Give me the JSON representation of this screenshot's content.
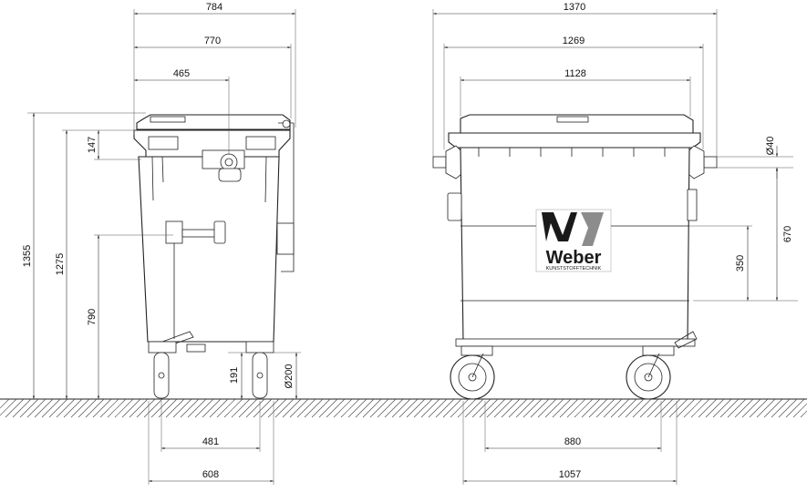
{
  "side_view": {
    "dims": {
      "overall_width": "784",
      "body_width": "770",
      "lid_axis": "465",
      "total_height": "1355",
      "lid_height": "1275",
      "lid_edge": "147",
      "handle_height": "790",
      "wheel_axle": "191",
      "wheel_diameter": "Ø200",
      "wheel_track_inner": "481",
      "wheel_track_outer": "608"
    }
  },
  "front_view": {
    "dims": {
      "overall_width": "1370",
      "body_width": "1269",
      "lid_width": "1128",
      "pin_diameter": "Ø40",
      "pin_to_label_bottom": "670",
      "label_height": "350",
      "wheel_track": "880",
      "base_width": "1057"
    },
    "logo": {
      "brand": "Weber",
      "subtitle": "KUNSTSTOFFTECHNIK",
      "dark_color": "#1a1a1a",
      "grey_color": "#8c8c8c"
    }
  }
}
